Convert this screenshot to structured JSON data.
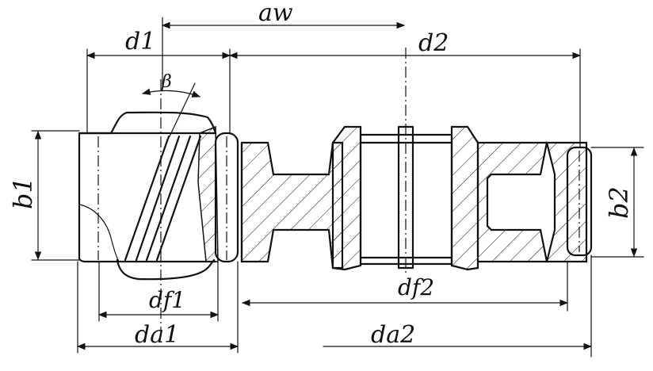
{
  "labels": {
    "aw": "aw",
    "d1": "d1",
    "d2": "d2",
    "beta": "β",
    "b1": "b1",
    "b2": "b2",
    "df1": "df1",
    "df2": "df2",
    "da1": "da1",
    "da2": "da2"
  }
}
